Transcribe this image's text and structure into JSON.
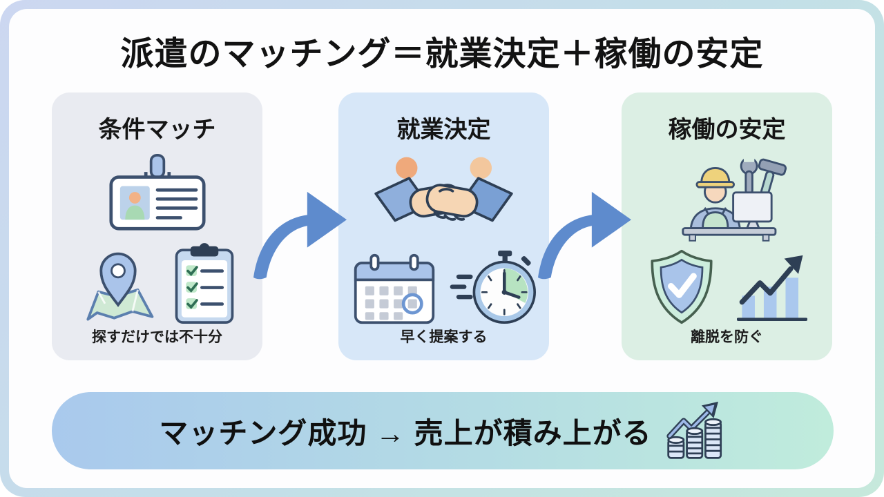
{
  "title": "派遣のマッチング＝就業決定＋稼働の安定",
  "steps": [
    {
      "title": "条件マッチ",
      "caption": "探すだけでは不十分",
      "icons": [
        "id-badge-icon",
        "map-pin-icon",
        "checklist-icon"
      ],
      "bg": "#e9ebf1"
    },
    {
      "title": "就業決定",
      "caption": "早く提案する",
      "icons": [
        "handshake-icon",
        "calendar-icon",
        "stopwatch-icon"
      ],
      "bg": "#d7e7f8"
    },
    {
      "title": "稼働の安定",
      "caption": "離脱を防ぐ",
      "icons": [
        "worker-at-desk-icon",
        "shield-check-icon",
        "growth-chart-icon"
      ],
      "bg": "#dcefe4"
    }
  ],
  "flow_arrows": 2,
  "banner": {
    "text": "マッチング成功 → 売上が積み上がる",
    "icon": "coin-stacks-growth-icon"
  },
  "colors": {
    "frame_gradient_start": "#ccd7f1",
    "frame_gradient_end": "#c6e9db",
    "panel": "#fdfdfe",
    "flow_arrow": "#5e8bcd",
    "banner_gradient_start": "#a9c9ed",
    "banner_gradient_end": "#c0ecdc",
    "outline_dark": "#2e3f55",
    "accent_green": "#b7e3c1",
    "accent_blue": "#aac4ea"
  }
}
